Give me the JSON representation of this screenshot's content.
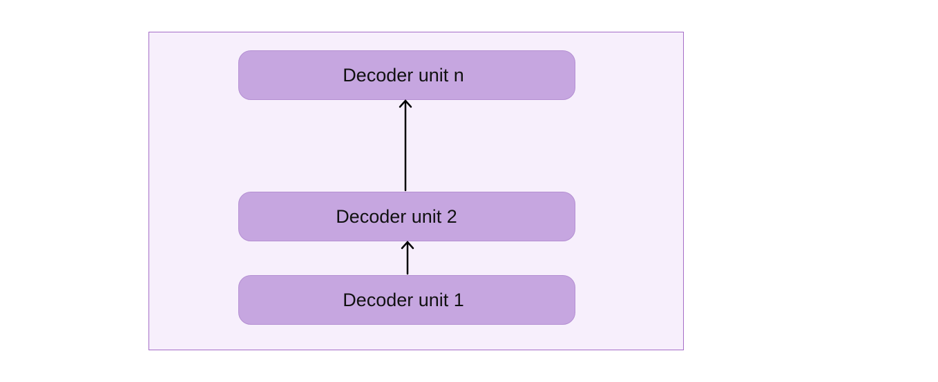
{
  "diagram": {
    "units": {
      "top": "Decoder unit n",
      "middle": "Decoder unit 2",
      "bottom": "Decoder unit 1"
    },
    "colors": {
      "container_fill": "#f7effc",
      "container_border": "#a46cc6",
      "unit_fill": "#c6a6e0",
      "arrow": "#000000"
    }
  }
}
